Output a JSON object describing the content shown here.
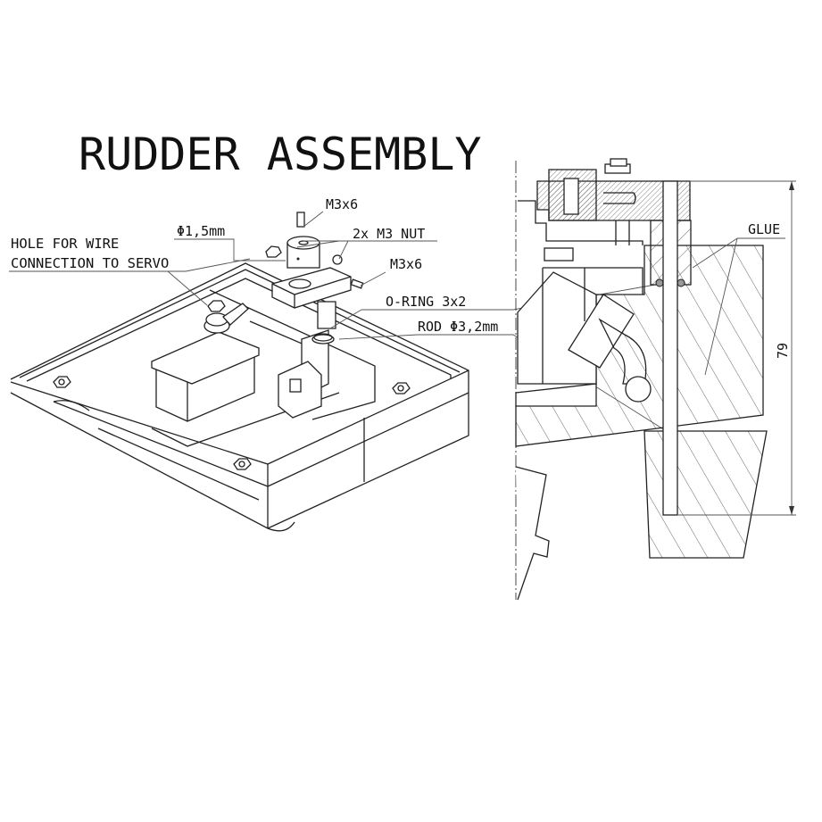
{
  "title": "RUDDER ASSEMBLY",
  "labels": {
    "m3x6_top": "M3x6",
    "hole_diameter": "Φ1,5mm",
    "nuts": "2x M3 NUT",
    "hole_line1": "HOLE FOR WIRE",
    "hole_line2": "CONNECTION TO SERVO",
    "m3x6_side": "M3x6",
    "oring": "O-RING 3x2",
    "rod": "ROD Φ3,2mm",
    "glue": "GLUE",
    "dimension": "79"
  },
  "colors": {
    "ink": "#222222",
    "background": "#ffffff"
  }
}
